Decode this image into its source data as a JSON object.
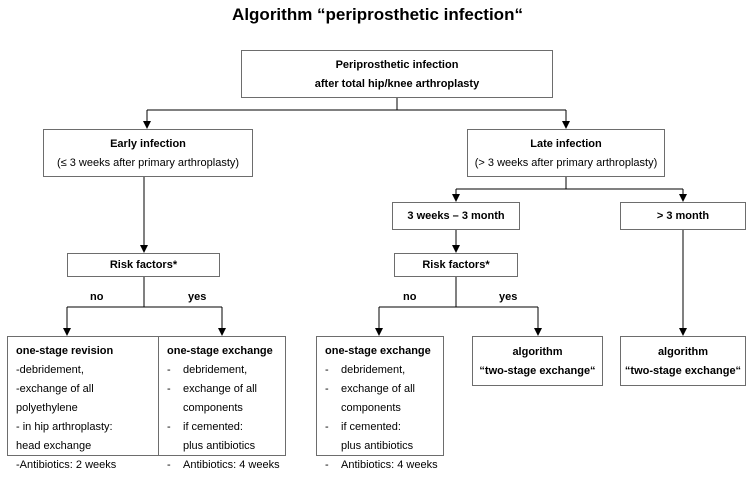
{
  "title": "Algorithm “periprosthetic infection“",
  "root": {
    "line1": "Periprosthetic infection",
    "line2": "after total hip/knee arthroplasty"
  },
  "early": {
    "title": "Early infection",
    "subtitle": "(≤ 3 weeks after primary arthroplasty)"
  },
  "late": {
    "title": "Late infection",
    "subtitle": "(> 3 weeks after primary arthroplasty)"
  },
  "late_3w_3m": {
    "label": "3 weeks – 3 month"
  },
  "late_gt3m": {
    "label": "> 3 month"
  },
  "risk_left": {
    "label": "Risk factors*"
  },
  "risk_right": {
    "label": "Risk factors*"
  },
  "branch_labels": {
    "no": "no",
    "yes": "yes"
  },
  "one_stage_revision": {
    "title": "one-stage revision",
    "lines": [
      "-debridement,",
      "-exchange of all",
      "polyethylene",
      "- in hip arthroplasty:",
      "head exchange",
      "-Antibiotics: 2 weeks"
    ]
  },
  "one_stage_exchange_left": {
    "title": "one-stage exchange",
    "items": [
      {
        "dash": "-",
        "text": "debridement,"
      },
      {
        "dash": "-",
        "text": "exchange of all"
      },
      {
        "dash": "",
        "text": "components"
      },
      {
        "dash": "-",
        "text": "if cemented:"
      },
      {
        "dash": "",
        "text": "plus antibiotics"
      },
      {
        "dash": "-",
        "text": "Antibiotics: 4 weeks"
      }
    ]
  },
  "one_stage_exchange_right": {
    "title": "one-stage exchange",
    "items": [
      {
        "dash": "-",
        "text": "debridement,"
      },
      {
        "dash": "-",
        "text": "exchange of all"
      },
      {
        "dash": "",
        "text": "components"
      },
      {
        "dash": "-",
        "text": "if cemented:"
      },
      {
        "dash": "",
        "text": "plus antibiotics"
      },
      {
        "dash": "-",
        "text": "Antibiotics: 4 weeks"
      }
    ]
  },
  "algo_two_stage_mid": {
    "line1": "algorithm",
    "line2": "“two-stage exchange“"
  },
  "algo_two_stage_right": {
    "line1": "algorithm",
    "line2": "“two-stage exchange“"
  }
}
